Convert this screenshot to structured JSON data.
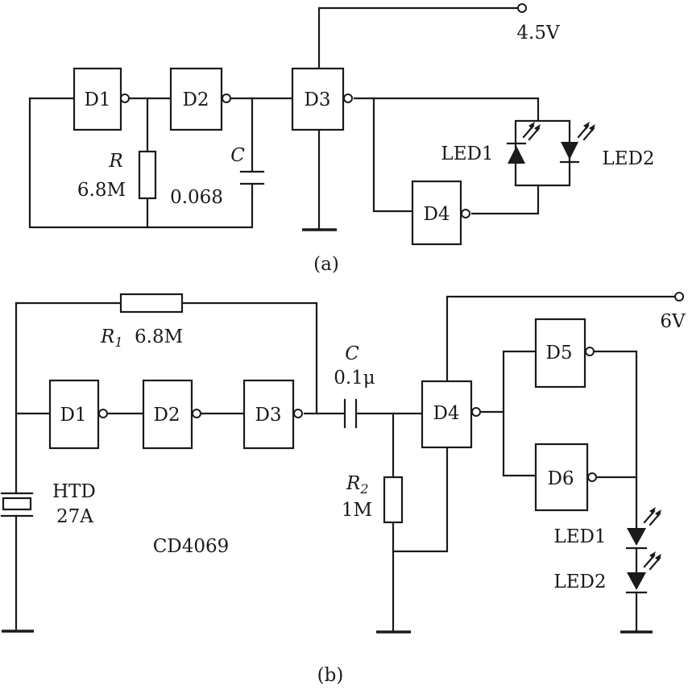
{
  "circuit_a": {
    "caption": "(a)",
    "supply": "4.5V",
    "gates": [
      "D1",
      "D2",
      "D3",
      "D4"
    ],
    "resistor": {
      "symbol": "R",
      "value": "6.8M"
    },
    "capacitor": {
      "symbol": "C",
      "value": "0.068"
    },
    "leds": [
      "LED1",
      "LED2"
    ]
  },
  "circuit_b": {
    "caption": "(b)",
    "supply": "6V",
    "gates": [
      "D1",
      "D2",
      "D3",
      "D4",
      "D5",
      "D6"
    ],
    "r1": {
      "symbol": "R",
      "subscript": "1",
      "value": "6.8M"
    },
    "r2": {
      "symbol": "R",
      "subscript": "2",
      "value": "1M"
    },
    "capacitor": {
      "symbol": "C",
      "value": "0.1μ"
    },
    "transducer": {
      "line1": "HTD",
      "line2": "27A"
    },
    "ic": "CD4069",
    "leds": [
      "LED1",
      "LED2"
    ]
  }
}
